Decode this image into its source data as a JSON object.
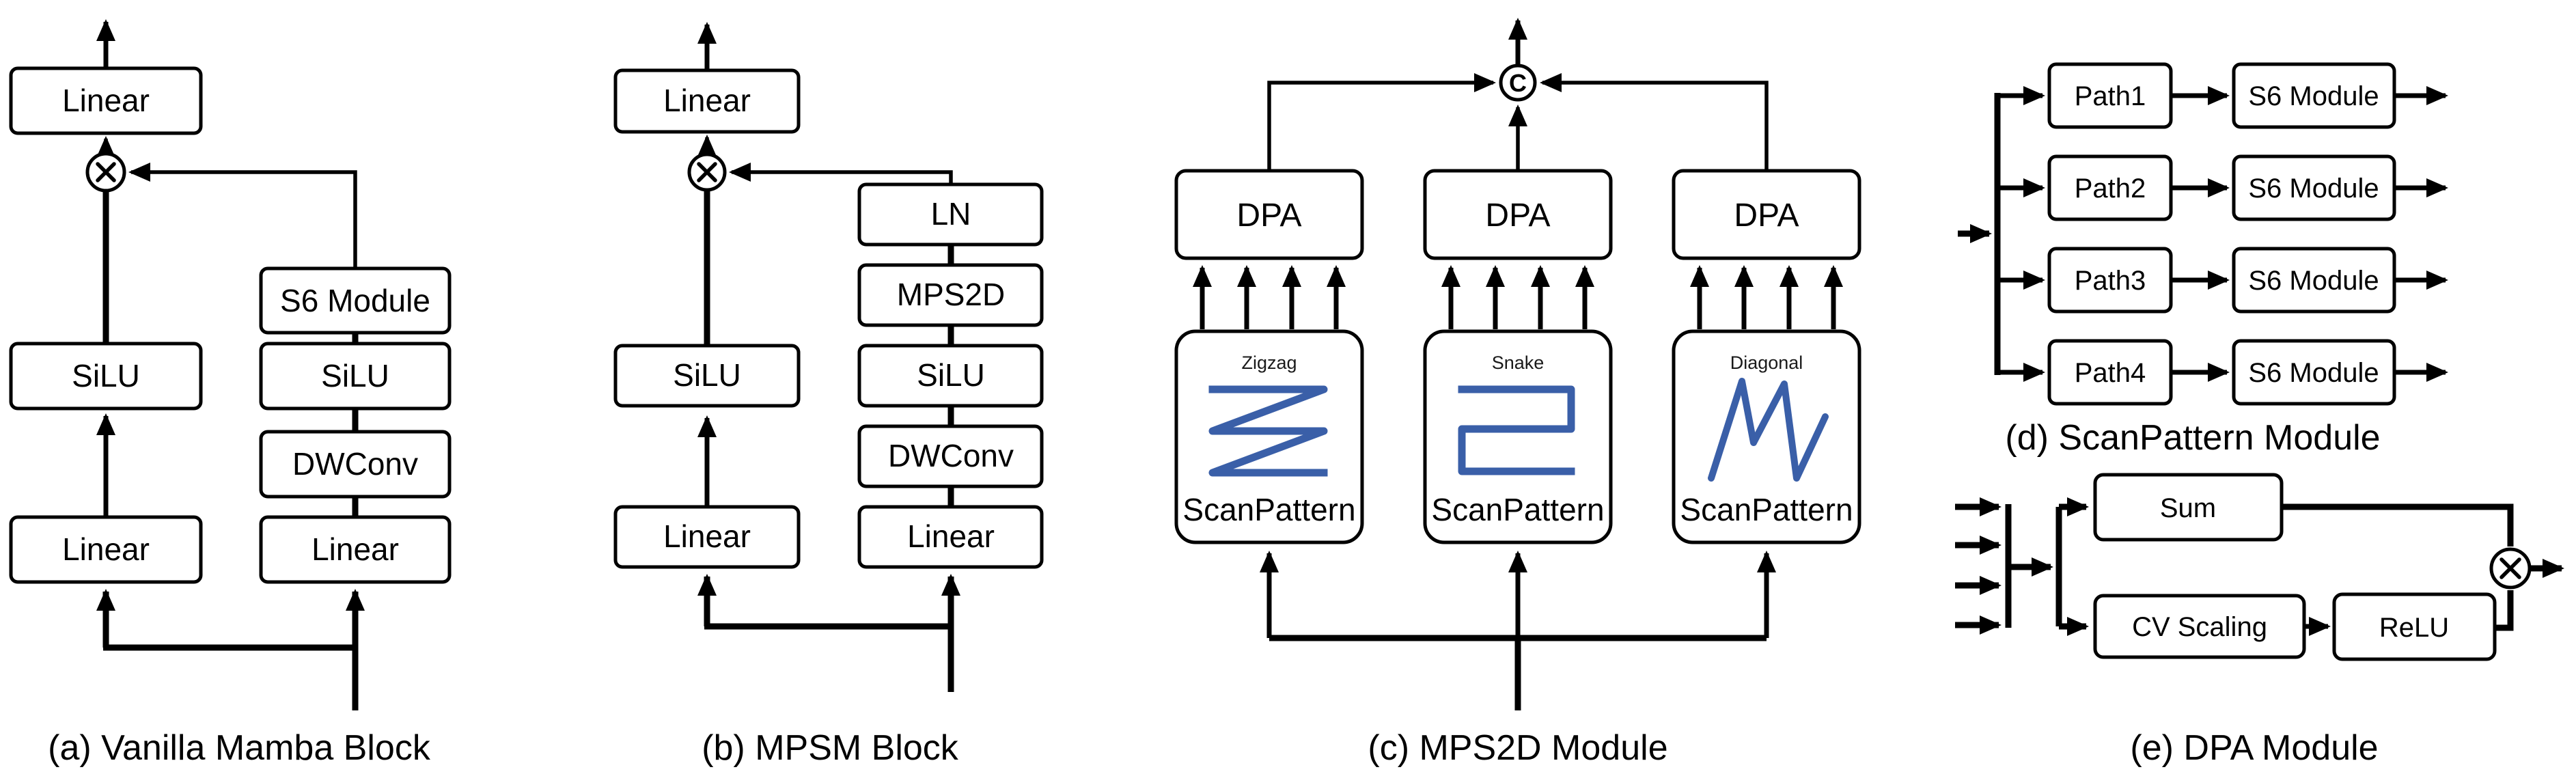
{
  "colors": {
    "s6_fill": "#d7d0e8",
    "mps2d_fill": "#4f94d4",
    "dpa_fill": "#c9c9c9",
    "scan_fill": "#dce9f8",
    "path_fill": "#e7edf8",
    "sum_fill": "#ececec",
    "relu_fill": "#ececec",
    "cv_fill": "#cccccc",
    "glyph_blue": "#3a5fa8",
    "line_black": "#000000"
  },
  "panel_a": {
    "caption": "(a) Vanilla Mamba Block",
    "linear_top": "Linear",
    "s6": "S6 Module",
    "silu_left": "SiLU",
    "silu_right": "SiLU",
    "dwconv": "DWConv",
    "linear_left": "Linear",
    "linear_right": "Linear"
  },
  "panel_b": {
    "caption": "(b) MPSM Block",
    "linear_top": "Linear",
    "ln": "LN",
    "mps2d": "MPS2D",
    "silu_left": "SiLU",
    "silu_right": "SiLU",
    "dwconv": "DWConv",
    "linear_left": "Linear",
    "linear_right": "Linear"
  },
  "panel_c": {
    "caption": "(c) MPS2D Module",
    "concat_symbol": "C",
    "dpa_labels": [
      "DPA",
      "DPA",
      "DPA"
    ],
    "patterns": [
      {
        "title": "Zigzag",
        "label": "ScanPattern"
      },
      {
        "title": "Snake",
        "label": "ScanPattern"
      },
      {
        "title": "Diagonal",
        "label": "ScanPattern"
      }
    ]
  },
  "panel_d": {
    "caption": "(d) ScanPattern Module",
    "paths": [
      "Path1",
      "Path2",
      "Path3",
      "Path4"
    ],
    "s6_labels": [
      "S6 Module",
      "S6 Module",
      "S6 Module",
      "S6 Module"
    ]
  },
  "panel_e": {
    "caption": "(e) DPA Module",
    "sum": "Sum",
    "cv_scaling": "CV Scaling",
    "relu": "ReLU"
  }
}
